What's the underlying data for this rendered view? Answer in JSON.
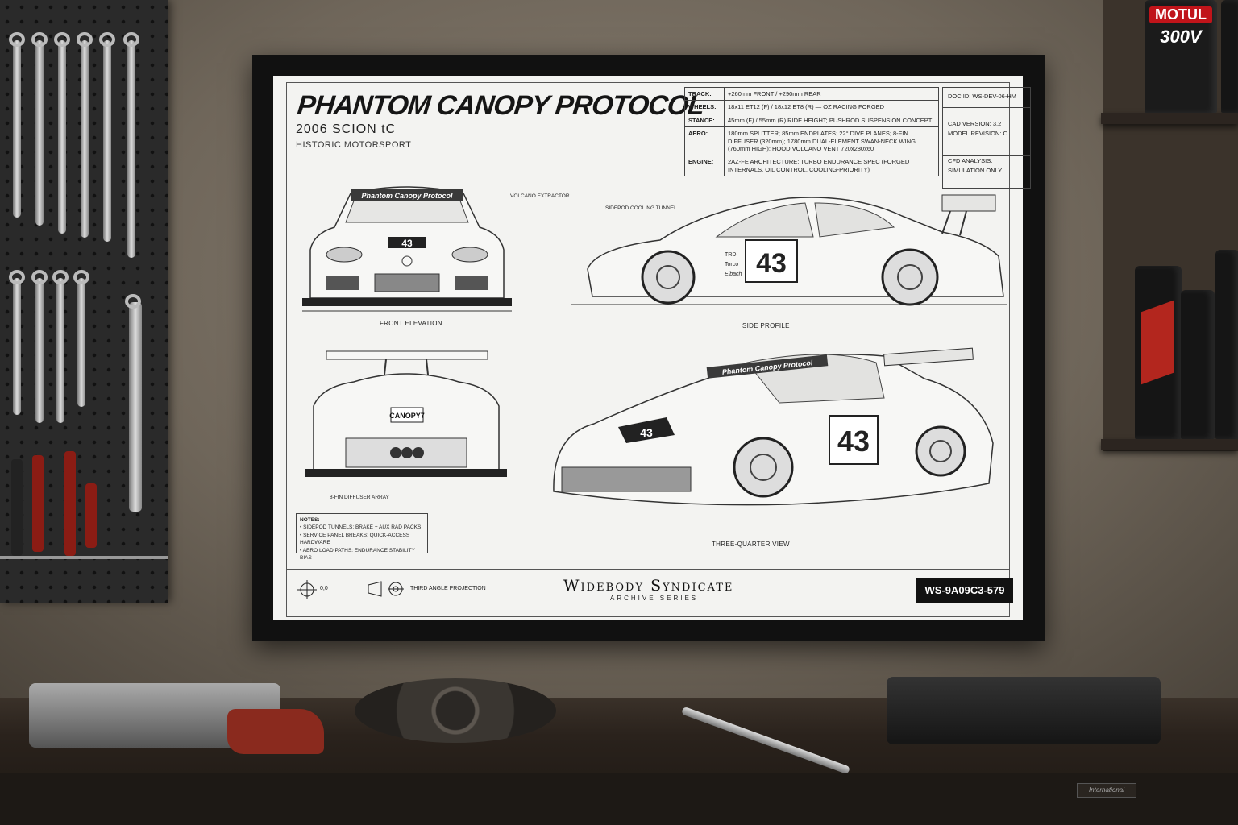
{
  "poster": {
    "title": "PHANTOM CANOPY PROTOCOL",
    "model": "2006 SCION tC",
    "category": "HISTORIC MOTORSPORT",
    "specs": [
      {
        "key": "TRACK:",
        "value": "+260mm FRONT / +290mm REAR"
      },
      {
        "key": "WHEELS:",
        "value": "18x11 ET12 (F) / 18x12 ET8 (R) — OZ RACING FORGED"
      },
      {
        "key": "STANCE:",
        "value": "45mm (F) / 55mm (R) RIDE HEIGHT; PUSHROD SUSPENSION CONCEPT"
      },
      {
        "key": "AERO:",
        "value": "180mm SPLITTER; 85mm ENDPLATES; 22° DIVE PLANES; 8-FIN DIFFUSER (320mm); 1780mm DUAL-ELEMENT SWAN-NECK WING (760mm HIGH); HOOD VOLCANO VENT 720x280x60"
      },
      {
        "key": "ENGINE:",
        "value": "2AZ-FE ARCHITECTURE; TURBO ENDURANCE SPEC (FORGED INTERNALS, OIL CONTROL, COOLING-PRIORITY)"
      }
    ],
    "doc": {
      "id": "DOC ID: WS-DEV-06-HM",
      "cad_version": "CAD VERSION: 3.2",
      "model_revision": "MODEL REVISION: C",
      "cfd": "CFD ANALYSIS:",
      "cfd_note": "SIMULATION ONLY"
    },
    "views": {
      "front": "FRONT  ELEVATION",
      "side": "SIDE PROFILE",
      "three_quarter": "THREE-QUARTER VIEW"
    },
    "callouts": {
      "volcano": "VOLCANO EXTRACTOR",
      "sidepod": "SIDEPOD COOLING TUNNEL",
      "diffuser": "8-FIN DIFFUSER ARRAY"
    },
    "car_banner": "Phantom Canopy Protocol",
    "race_number": "43",
    "license_plate": "CANOPY7",
    "sponsors": [
      "TRD",
      "Torco",
      "Eibach"
    ],
    "notes_title": "NOTES:",
    "notes": [
      "• SIDEPOD TUNNELS: BRAKE + AUX RAD PACKS",
      "• SERVICE PANEL BREAKS: QUICK-ACCESS HARDWARE",
      "• AERO LOAD PATHS: ENDURANCE STABILITY BIAS"
    ],
    "origin": "0,0",
    "projection": "THIRD ANGLE PROJECTION",
    "brand": "Widebody Syndicate",
    "series": "ARCHIVE SERIES",
    "code": "WS-9A09C3-579"
  },
  "shelf_products": {
    "oil_brand": "MOTUL",
    "oil_grade": "300V"
  },
  "bench": {
    "plate": "International"
  },
  "colors": {
    "wall": "#7a7064",
    "frame": "#111111",
    "poster": "#f3f3f1",
    "bench": "#2a221c",
    "rag": "#8a2a1e"
  }
}
